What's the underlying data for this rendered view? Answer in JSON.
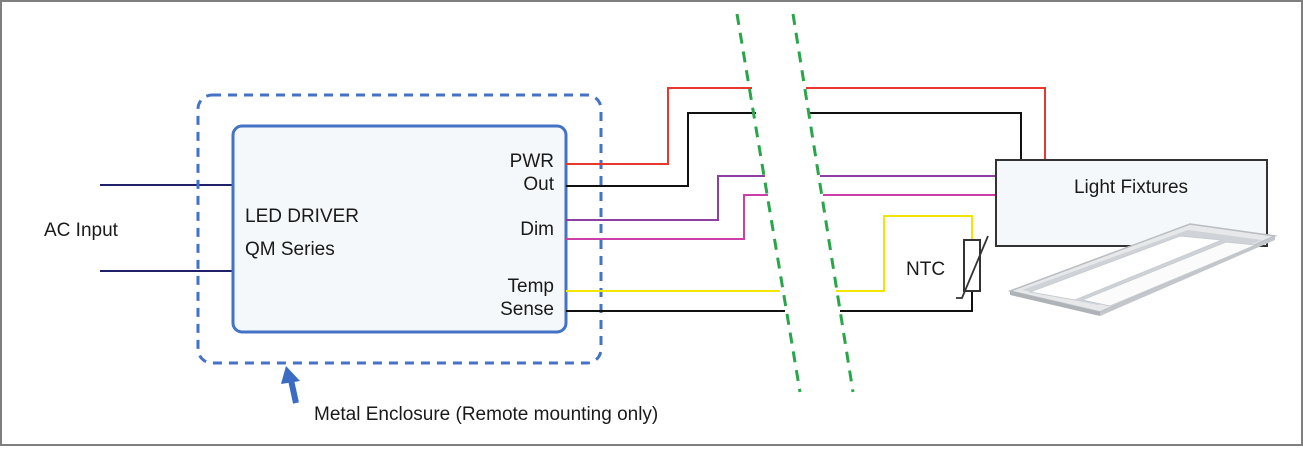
{
  "diagram": {
    "ac_input_label": "AC Input",
    "driver": {
      "title_line1": "LED DRIVER",
      "title_line2": "QM Series",
      "port_pwr_line1": "PWR",
      "port_pwr_line2": "Out",
      "port_dim": "Dim",
      "port_temp_line1": "Temp",
      "port_temp_line2": "Sense"
    },
    "fixture_label": "Light Fixtures",
    "ntc_label": "NTC",
    "enclosure_label": "Metal Enclosure (Remote mounting only)"
  },
  "colors": {
    "frame": "#7f7f7f",
    "driver_border": "#4472c4",
    "driver_fill": "#f5f8fa",
    "enclosure_dash": "#4472c4",
    "ac_wire": "#1f1f6b",
    "pwr_wire": "#e8382b",
    "return_wire": "#111111",
    "dim_wire_1": "#8e3fa3",
    "dim_wire_2": "#cc3fa8",
    "temp_wire": "#f2e600",
    "break_line": "#2aa64a",
    "arrow": "#3a6cc4"
  }
}
